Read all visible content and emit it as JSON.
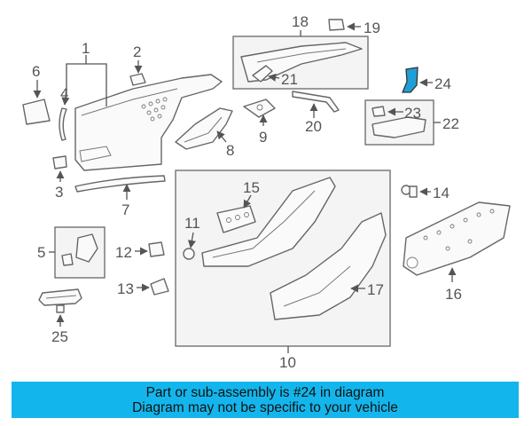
{
  "callouts": [
    "1",
    "2",
    "3",
    "4",
    "5",
    "6",
    "7",
    "8",
    "9",
    "10",
    "11",
    "12",
    "13",
    "14",
    "15",
    "16",
    "17",
    "18",
    "19",
    "20",
    "21",
    "22",
    "23",
    "24",
    "25"
  ],
  "highlighted_part": "24",
  "highlight_color": "#1f9fd6",
  "banner": {
    "line1": "Part or sub-assembly is #24 in diagram",
    "line2": "Diagram may not be specific to your vehicle",
    "color": "#13b6ec"
  }
}
